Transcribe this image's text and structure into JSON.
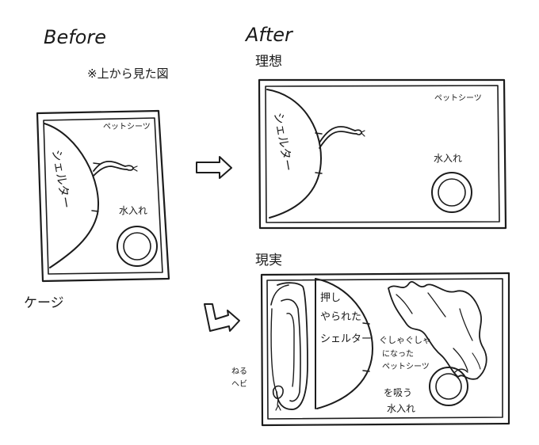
{
  "labels": {
    "before": "Before",
    "before_note": "※上から見た図",
    "after": "After",
    "after_sub": "理想",
    "reality": "現実",
    "cage": "ケージ",
    "pet_sheet": "ペットシーツ",
    "shelter_text": "シェルター",
    "water_dish": "水入れ",
    "pushed": "押し",
    "pushed2": "やられた",
    "crumpled1": "ぐしゃぐしゃ",
    "crumpled2": "になった",
    "crumpled3": "ペットシーツ",
    "absorb1": "を吸う",
    "absorb2": "水入れ",
    "sleeping1": "ねる",
    "sleeping2": "ヘビ"
  }
}
